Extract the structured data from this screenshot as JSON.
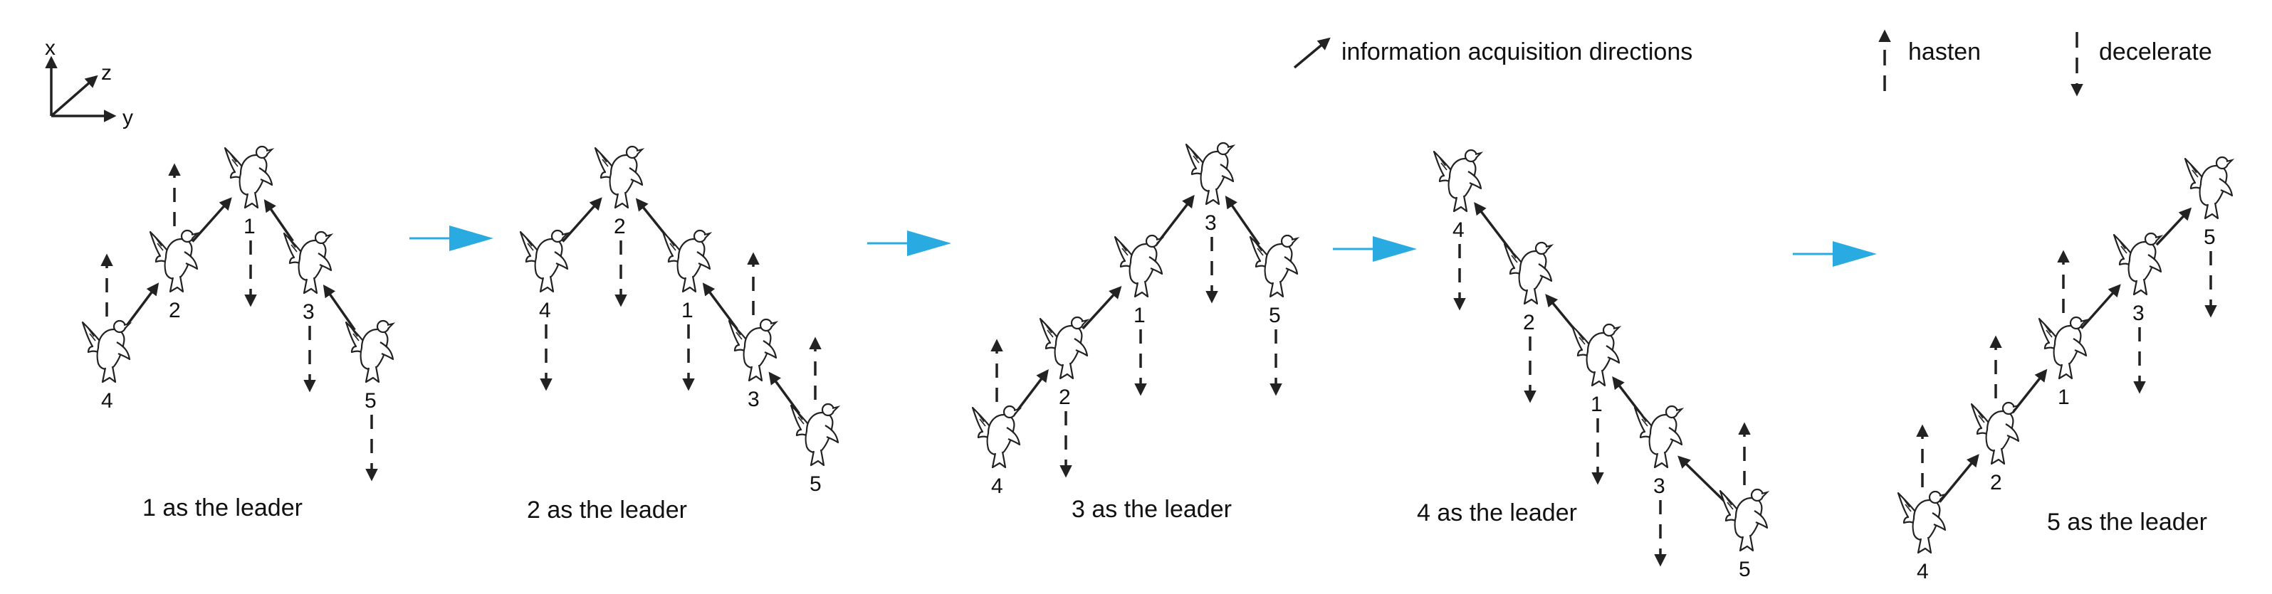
{
  "axes": {
    "x": "x",
    "y": "y",
    "z": "z"
  },
  "legend": {
    "info": "information acquisition directions",
    "hasten": "hasten",
    "decelerate": "decelerate"
  },
  "colors": {
    "ink": "#222222",
    "transition_arrow": "#29abe2",
    "bird_fill": "#ffffff"
  },
  "panels": [
    {
      "caption": "1 as the leader",
      "birds": [
        {
          "label": "1",
          "speed": "decelerate"
        },
        {
          "label": "2",
          "speed": "hasten"
        },
        {
          "label": "3",
          "speed": "decelerate"
        },
        {
          "label": "4",
          "speed": "hasten"
        },
        {
          "label": "5",
          "speed": "decelerate"
        }
      ]
    },
    {
      "caption": "2 as the leader",
      "birds": [
        {
          "label": "2",
          "speed": "decelerate"
        },
        {
          "label": "4",
          "speed": "decelerate"
        },
        {
          "label": "1",
          "speed": "decelerate"
        },
        {
          "label": "3",
          "speed": "hasten"
        },
        {
          "label": "5",
          "speed": "hasten"
        }
      ]
    },
    {
      "caption": "3 as the leader",
      "birds": [
        {
          "label": "3",
          "speed": "decelerate"
        },
        {
          "label": "1",
          "speed": "decelerate"
        },
        {
          "label": "2",
          "speed": "decelerate"
        },
        {
          "label": "4",
          "speed": "hasten"
        },
        {
          "label": "5",
          "speed": "decelerate"
        }
      ]
    },
    {
      "caption": "4 as the leader",
      "birds": [
        {
          "label": "4",
          "speed": "decelerate"
        },
        {
          "label": "2",
          "speed": "decelerate"
        },
        {
          "label": "1",
          "speed": "decelerate"
        },
        {
          "label": "3",
          "speed": "decelerate"
        },
        {
          "label": "5",
          "speed": "hasten"
        }
      ]
    },
    {
      "caption": "5 as the leader",
      "birds": [
        {
          "label": "5",
          "speed": "decelerate"
        },
        {
          "label": "3",
          "speed": "decelerate"
        },
        {
          "label": "1",
          "speed": "hasten"
        },
        {
          "label": "2",
          "speed": "hasten"
        },
        {
          "label": "4",
          "speed": "hasten"
        }
      ]
    }
  ]
}
